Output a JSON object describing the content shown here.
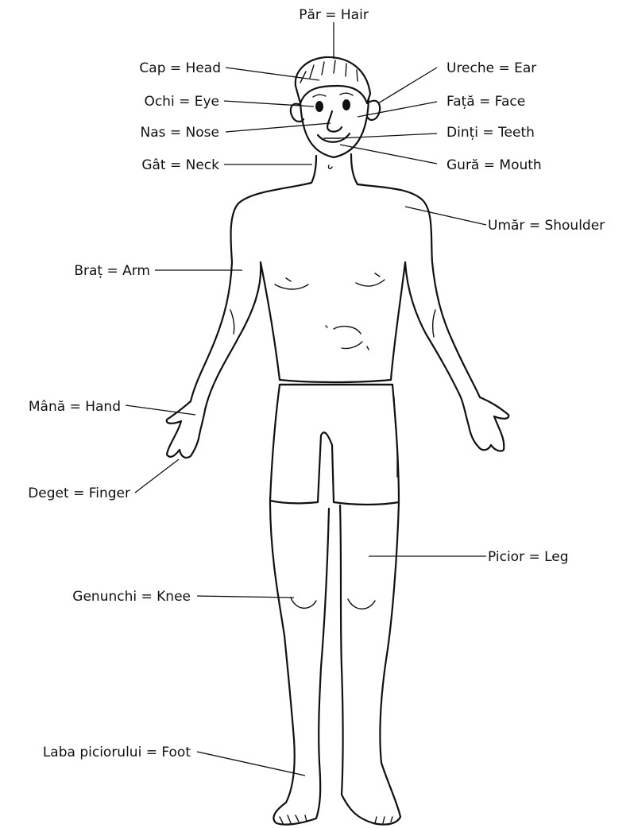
{
  "labels": {
    "hair": "Păr = Hair",
    "head": "Cap = Head",
    "ear": "Ureche = Ear",
    "eye": "Ochi = Eye",
    "face": "Față = Face",
    "nose": "Nas = Nose",
    "teeth": "Dinți = Teeth",
    "neck": "Gât = Neck",
    "mouth": "Gură = Mouth",
    "shoulder": "Umăr = Shoulder",
    "arm": "Braț = Arm",
    "hand": "Mână = Hand",
    "finger": "Deget = Finger",
    "leg": "Picior = Leg",
    "knee": "Genunchi = Knee",
    "foot": "Laba piciorului = Foot"
  },
  "colors": {
    "ink": "#111111",
    "background": "#ffffff"
  }
}
